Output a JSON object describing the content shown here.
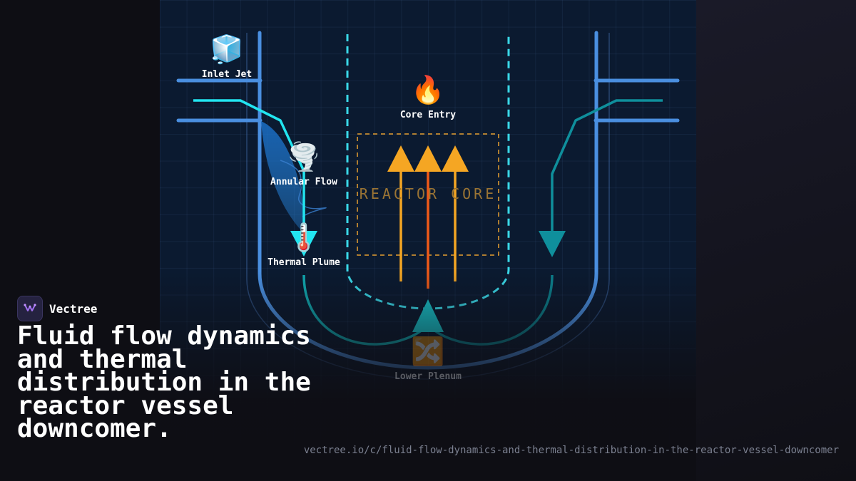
{
  "diagram": {
    "nodes": {
      "inlet_jet": {
        "label": "Inlet Jet",
        "icon": "ice-cube-icon",
        "glyph": "🧊"
      },
      "core_entry": {
        "label": "Core Entry",
        "icon": "fire-icon",
        "glyph": "🔥"
      },
      "annular_flow": {
        "label": "Annular Flow",
        "icon": "tornado-icon",
        "glyph": "🌪️"
      },
      "thermal_plume": {
        "label": "Thermal Plume",
        "icon": "thermometer-icon",
        "glyph": "🌡️"
      },
      "lower_plenum": {
        "label": "Lower Plenum",
        "icon": "shuffle-icon",
        "glyph": "🔀"
      }
    },
    "core_label": "REACTOR CORE",
    "colors": {
      "vessel_wall": "#4a8fe0",
      "cold_flow": "#22e5f0",
      "warm_flow": "#0f8f9c",
      "core_boundary": "#e8a030",
      "hot_arrow": "#f5a623",
      "hottest_arrow": "#ef5a18",
      "core_barrel": "#3ad8e8"
    }
  },
  "brand": {
    "name": "Vectree",
    "logo_icon": "vectree-logo-icon"
  },
  "caption": {
    "title": "Fluid flow dynamics and thermal distribution in the reactor vessel downcomer.",
    "url": "vectree.io/c/fluid-flow-dynamics-and-thermal-distribution-in-the-reactor-vessel-downcomer"
  }
}
